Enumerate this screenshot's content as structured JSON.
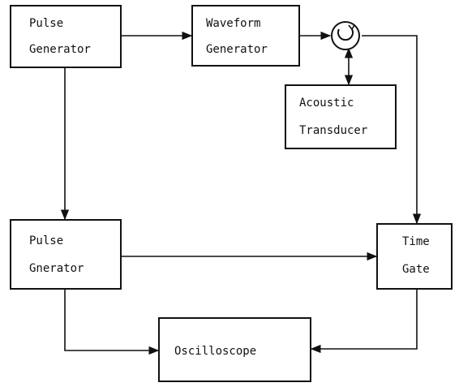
{
  "blocks": {
    "pulse_gen_top": {
      "line1": "Pulse",
      "line2": "Generator"
    },
    "waveform_gen": {
      "line1": "Waveform",
      "line2": "Generator"
    },
    "acoustic_transducer": {
      "line1": "Acoustic",
      "line2": "Transducer"
    },
    "pulse_gen_bottom": {
      "line1": "Pulse",
      "line2": "Gnerator"
    },
    "time_gate": {
      "line1": "Time",
      "line2": "Gate"
    },
    "oscilloscope": {
      "label": "Oscilloscope"
    }
  },
  "icons": {
    "circulator": "circulator-icon"
  }
}
